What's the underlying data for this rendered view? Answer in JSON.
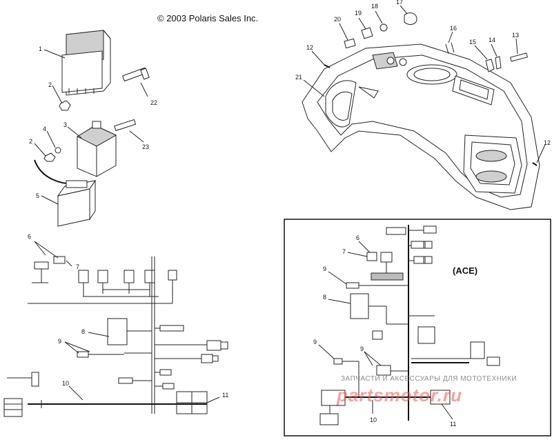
{
  "copyright": "© 2003 Polaris Sales Inc.",
  "inset_label": "(ACE)",
  "callouts": [
    "1",
    "2",
    "22",
    "3",
    "4",
    "2",
    "23",
    "5",
    "6",
    "7",
    "8",
    "9",
    "10",
    "11",
    "20",
    "19",
    "18",
    "17",
    "16",
    "15",
    "14",
    "13",
    "12",
    "21",
    "12",
    "6",
    "7",
    "9",
    "8",
    "9",
    "9",
    "10",
    "11"
  ],
  "watermark": {
    "line1": "ЗАПЧАСТИ И АКСЕССУАРЫ ДЛЯ МОТОТЕХНИКИ",
    "line2": "partsmotor.ru"
  }
}
